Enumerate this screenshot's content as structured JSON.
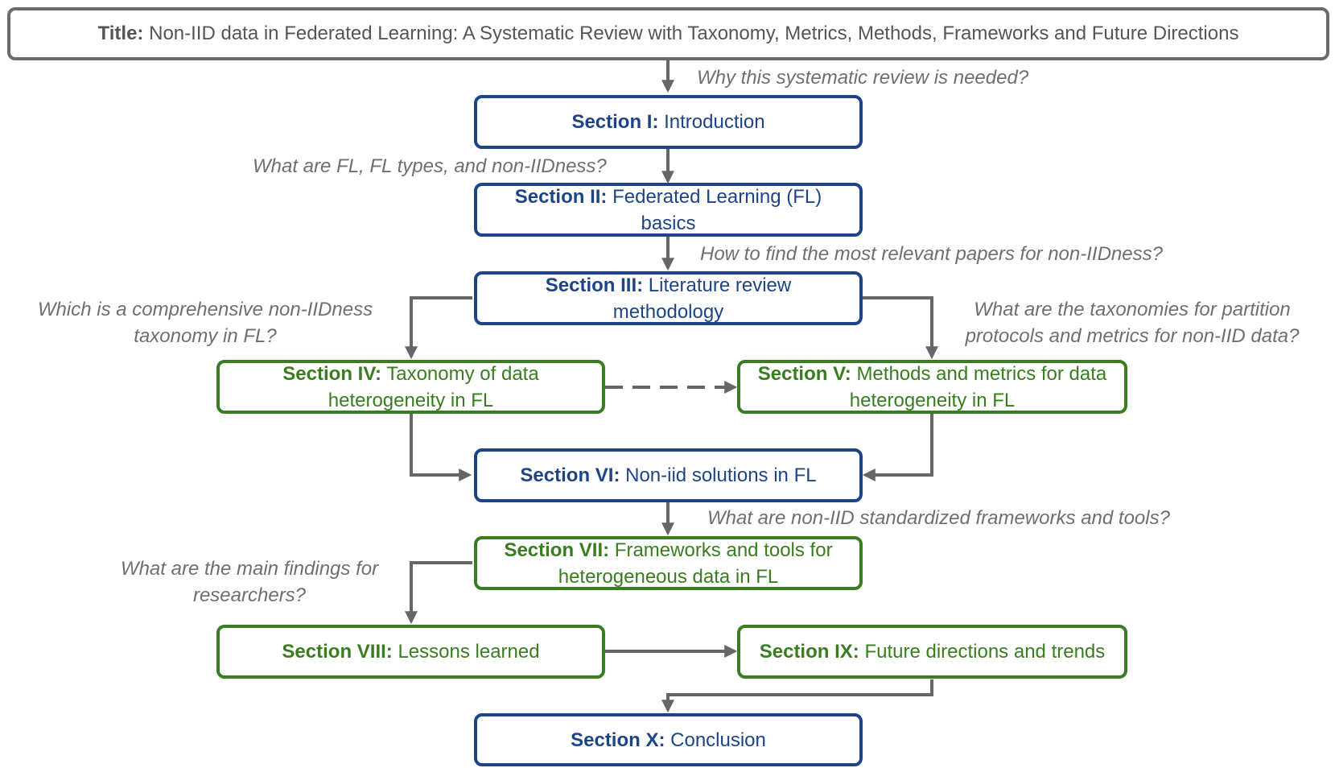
{
  "title": {
    "label": "Title:",
    "text": "Non-IID data in Federated Learning: A Systematic Review with Taxonomy, Metrics, Methods, Frameworks and Future Directions"
  },
  "sections": {
    "s1": {
      "label": "Section I:",
      "text": "Introduction"
    },
    "s2": {
      "label": "Section II:",
      "text": "Federated Learning (FL)",
      "text2": "basics"
    },
    "s3": {
      "label": "Section III:",
      "text": "Literature review",
      "text2": "methodology"
    },
    "s4": {
      "label": "Section IV:",
      "text": "Taxonomy of data",
      "text2": "heterogeneity in FL"
    },
    "s5": {
      "label": "Section V:",
      "text": "Methods and metrics for data",
      "text2": "heterogeneity in FL"
    },
    "s6": {
      "label": "Section VI:",
      "text": "Non-iid solutions in FL"
    },
    "s7": {
      "label": "Section VII:",
      "text": "Frameworks and tools for",
      "text2": "heterogeneous data in FL"
    },
    "s8": {
      "label": "Section VIII:",
      "text": "Lessons learned"
    },
    "s9": {
      "label": "Section IX:",
      "text": "Future directions and trends"
    },
    "s10": {
      "label": "Section X:",
      "text": "Conclusion"
    }
  },
  "questions": {
    "q1": "Why this systematic review is needed?",
    "q2": "What are FL, FL types, and non-IIDness?",
    "q3": "How to find the most relevant papers for non-IIDness?",
    "q4a": "Which is a comprehensive non-IIDness",
    "q4b": "taxonomy in FL?",
    "q5a": "What are the taxonomies for partition",
    "q5b": "protocols and metrics for non-IID data?",
    "q6": "What are non-IID standardized frameworks and tools?",
    "q7a": "What are the main findings for",
    "q7b": "researchers?"
  },
  "colors": {
    "blue": "#1e4488",
    "green": "#3a7d21",
    "arrow": "#666666",
    "question": "#6f6f6f"
  }
}
